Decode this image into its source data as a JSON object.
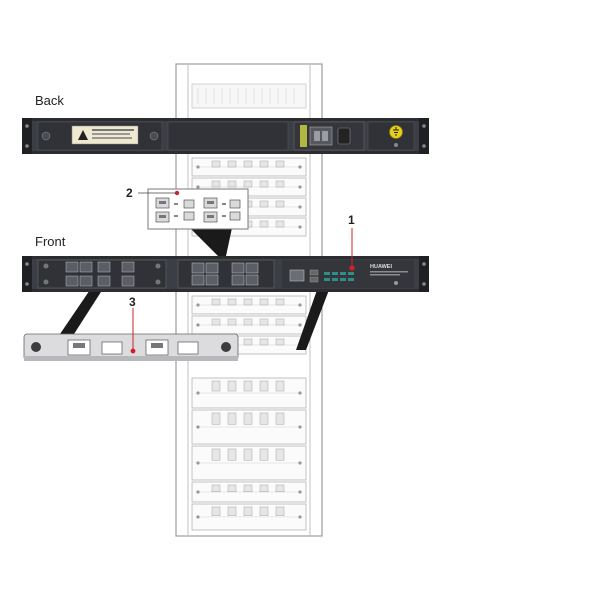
{
  "labels": {
    "back": "Back",
    "front": "Front",
    "callout_1": "1",
    "callout_2": "2",
    "callout_3": "3"
  },
  "device": {
    "brand": "HUAWEI"
  },
  "colors": {
    "panel_dark": "#2b2d31",
    "panel_mid": "#3b3e44",
    "rack_line": "#b8b8b8",
    "callout_red": "#d0202a",
    "ground_yellow": "#e4cf1a"
  }
}
